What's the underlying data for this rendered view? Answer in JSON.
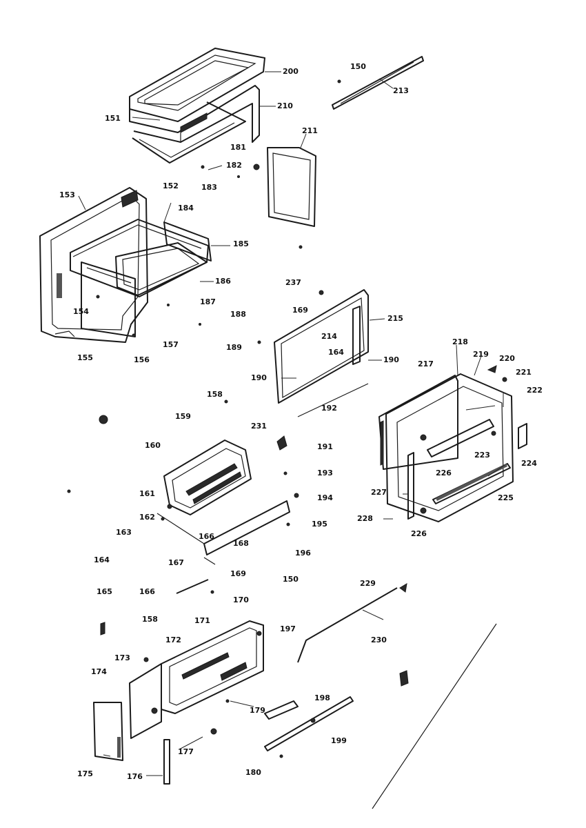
{
  "callouts": [
    {
      "id": "200",
      "label": "200"
    },
    {
      "id": "150a",
      "label": "150"
    },
    {
      "id": "213",
      "label": "213"
    },
    {
      "id": "210",
      "label": "210"
    },
    {
      "id": "151",
      "label": "151"
    },
    {
      "id": "211",
      "label": "211"
    },
    {
      "id": "181",
      "label": "181"
    },
    {
      "id": "182",
      "label": "182"
    },
    {
      "id": "152",
      "label": "152"
    },
    {
      "id": "183",
      "label": "183"
    },
    {
      "id": "153",
      "label": "153"
    },
    {
      "id": "184",
      "label": "184"
    },
    {
      "id": "185",
      "label": "185"
    },
    {
      "id": "186",
      "label": "186"
    },
    {
      "id": "237",
      "label": "237"
    },
    {
      "id": "169a",
      "label": "169"
    },
    {
      "id": "187",
      "label": "187"
    },
    {
      "id": "188",
      "label": "188"
    },
    {
      "id": "215",
      "label": "215"
    },
    {
      "id": "154",
      "label": "154"
    },
    {
      "id": "214",
      "label": "214"
    },
    {
      "id": "157",
      "label": "157"
    },
    {
      "id": "189",
      "label": "189"
    },
    {
      "id": "218",
      "label": "218"
    },
    {
      "id": "155",
      "label": "155"
    },
    {
      "id": "156",
      "label": "156"
    },
    {
      "id": "164a",
      "label": "164"
    },
    {
      "id": "190a",
      "label": "190"
    },
    {
      "id": "219",
      "label": "219"
    },
    {
      "id": "220",
      "label": "220"
    },
    {
      "id": "217",
      "label": "217"
    },
    {
      "id": "221",
      "label": "221"
    },
    {
      "id": "190b",
      "label": "190"
    },
    {
      "id": "222",
      "label": "222"
    },
    {
      "id": "158a",
      "label": "158"
    },
    {
      "id": "192",
      "label": "192"
    },
    {
      "id": "159",
      "label": "159"
    },
    {
      "id": "231",
      "label": "231"
    },
    {
      "id": "191",
      "label": "191"
    },
    {
      "id": "160",
      "label": "160"
    },
    {
      "id": "223",
      "label": "223"
    },
    {
      "id": "224",
      "label": "224"
    },
    {
      "id": "226a",
      "label": "226"
    },
    {
      "id": "193",
      "label": "193"
    },
    {
      "id": "227",
      "label": "227"
    },
    {
      "id": "225",
      "label": "225"
    },
    {
      "id": "161",
      "label": "161"
    },
    {
      "id": "194",
      "label": "194"
    },
    {
      "id": "162",
      "label": "162"
    },
    {
      "id": "228",
      "label": "228"
    },
    {
      "id": "195",
      "label": "195"
    },
    {
      "id": "163",
      "label": "163"
    },
    {
      "id": "166a",
      "label": "166"
    },
    {
      "id": "168",
      "label": "168"
    },
    {
      "id": "226b",
      "label": "226"
    },
    {
      "id": "196",
      "label": "196"
    },
    {
      "id": "164b",
      "label": "164"
    },
    {
      "id": "167",
      "label": "167"
    },
    {
      "id": "169b",
      "label": "169"
    },
    {
      "id": "150b",
      "label": "150"
    },
    {
      "id": "229",
      "label": "229"
    },
    {
      "id": "165",
      "label": "165"
    },
    {
      "id": "166b",
      "label": "166"
    },
    {
      "id": "170",
      "label": "170"
    },
    {
      "id": "158b",
      "label": "158"
    },
    {
      "id": "171",
      "label": "171"
    },
    {
      "id": "197",
      "label": "197"
    },
    {
      "id": "172",
      "label": "172"
    },
    {
      "id": "230",
      "label": "230"
    },
    {
      "id": "173",
      "label": "173"
    },
    {
      "id": "174",
      "label": "174"
    },
    {
      "id": "179",
      "label": "179"
    },
    {
      "id": "198",
      "label": "198"
    },
    {
      "id": "177",
      "label": "177"
    },
    {
      "id": "199",
      "label": "199"
    },
    {
      "id": "175",
      "label": "175"
    },
    {
      "id": "176",
      "label": "176"
    },
    {
      "id": "180",
      "label": "180"
    }
  ]
}
